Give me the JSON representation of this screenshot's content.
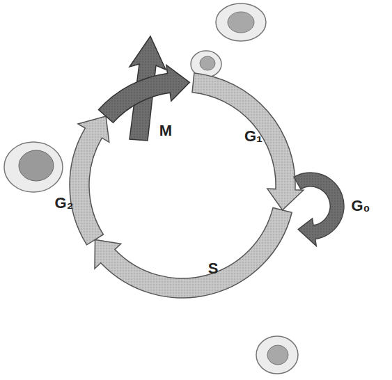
{
  "diagram": {
    "labels": [
      "M",
      "G₁",
      "G₂",
      "S",
      "G₀"
    ]
  }
}
